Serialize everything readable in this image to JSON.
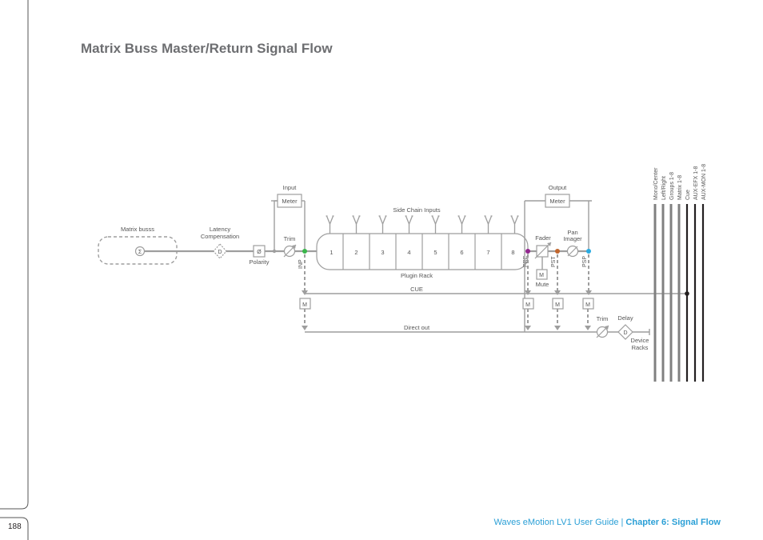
{
  "page": {
    "title": "Matrix Buss Master/Return Signal Flow",
    "page_number": "188",
    "footer_guide": "Waves eMotion LV1 User Guide",
    "footer_separator": " | ",
    "footer_chapter": "Chapter 6: Signal Flow"
  },
  "diagram": {
    "source_label": "Matrix busss",
    "sum_symbol": "Σ",
    "latency_label_1": "Latency",
    "latency_label_2": "Compensation",
    "delay_symbol": "D",
    "polarity_label": "Polarity",
    "polarity_symbol": "Ø",
    "trim_label": "Trim",
    "input_label": "Input",
    "meter_label": "Meter",
    "side_chain_label": "Side Chain Inputs",
    "plugin_rack_label": "Plugin Rack",
    "plugin_slots": [
      "1",
      "2",
      "3",
      "4",
      "5",
      "6",
      "7",
      "8"
    ],
    "output_label": "Output",
    "output_meter_label": "Meter",
    "fader_label": "Fader",
    "pan_label_1": "Pan",
    "pan_label_2": "Imager",
    "mute_label": "Mute",
    "mute_symbol": "M",
    "tap_labels": {
      "inp": "INP",
      "pre": "PRE",
      "pst": "PST",
      "psp": "PSP"
    },
    "cue_label": "CUE",
    "direct_out_label": "Direct out",
    "trim2_label": "Trim",
    "delay_label": "Delay",
    "device_racks_1": "Device",
    "device_racks_2": "Racks",
    "bus_labels": [
      "Mono/Center",
      "Left/Right",
      "Groups 1-8",
      "Matrix 1-8",
      "Cue",
      "AUX-EFX 1-8",
      "AUX-MON 1-8"
    ],
    "tap_colors": {
      "inp": "#39b54a",
      "pre": "#92278f",
      "pst": "#c1662d",
      "psp": "#29abe2"
    }
  }
}
